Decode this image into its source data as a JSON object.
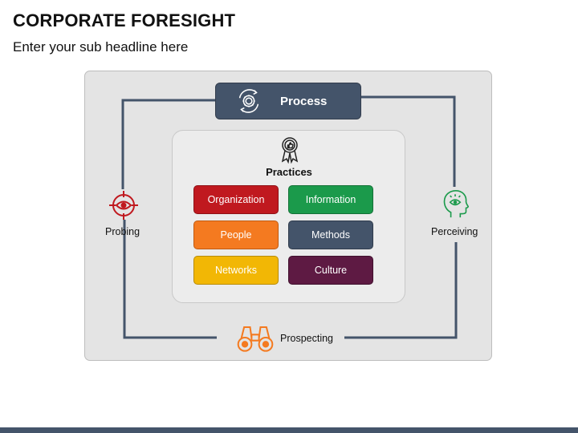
{
  "title": "CORPORATE FORESIGHT",
  "subtitle": "Enter your sub headline here",
  "process": {
    "label": "Process",
    "icon": "gear-cycle-icon"
  },
  "practices": {
    "label": "Practices",
    "icon": "award-thumbs-up-icon",
    "items": [
      {
        "label": "Organization",
        "color": "#c0191f"
      },
      {
        "label": "Information",
        "color": "#1b9a4b"
      },
      {
        "label": "People",
        "color": "#f47a20"
      },
      {
        "label": "Methods",
        "color": "#44546a"
      },
      {
        "label": "Networks",
        "color": "#f2b705"
      },
      {
        "label": "Culture",
        "color": "#5e1a43"
      }
    ]
  },
  "stages": {
    "probing": {
      "label": "Probing",
      "icon": "target-eye-icon",
      "color": "#c0191f"
    },
    "perceiving": {
      "label": "Perceiving",
      "icon": "head-eye-icon",
      "color": "#1b9a4b"
    },
    "prospecting": {
      "label": "Prospecting",
      "icon": "binoculars-icon",
      "color": "#f47a20"
    }
  },
  "colors": {
    "frame_line": "#44546a",
    "accent_dark": "#44546a"
  }
}
